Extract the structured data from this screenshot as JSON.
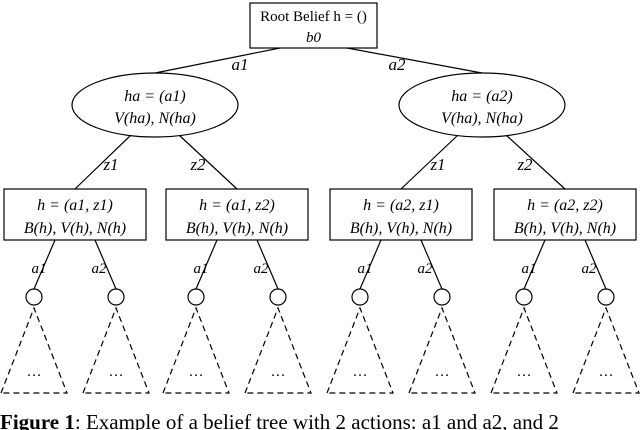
{
  "root": {
    "line1": "Root Belief h = ()",
    "line2": "b0"
  },
  "root_edges": [
    "a1",
    "a2"
  ],
  "action_nodes": [
    {
      "line1": "ha = (a1)",
      "line2": "V(ha), N(ha)",
      "edges": [
        "z1",
        "z2"
      ]
    },
    {
      "line1": "ha = (a2)",
      "line2": "V(ha), N(ha)",
      "edges": [
        "z1",
        "z2"
      ]
    }
  ],
  "belief_nodes": [
    {
      "line1": "h = (a1, z1)",
      "line2": "B(h), V(h), N(h)",
      "edges": [
        "a1",
        "a2"
      ]
    },
    {
      "line1": "h = (a1, z2)",
      "line2": "B(h), V(h), N(h)",
      "edges": [
        "a1",
        "a2"
      ]
    },
    {
      "line1": "h = (a2, z1)",
      "line2": "B(h), V(h), N(h)",
      "edges": [
        "a1",
        "a2"
      ]
    },
    {
      "line1": "h = (a2, z2)",
      "line2": "B(h), V(h), N(h)",
      "edges": [
        "a1",
        "a2"
      ]
    }
  ],
  "subtree_ellipsis": "…",
  "caption": {
    "label": "Figure 1",
    "text": ": Example of a belief tree with 2 actions: a1 and a2, and 2"
  }
}
